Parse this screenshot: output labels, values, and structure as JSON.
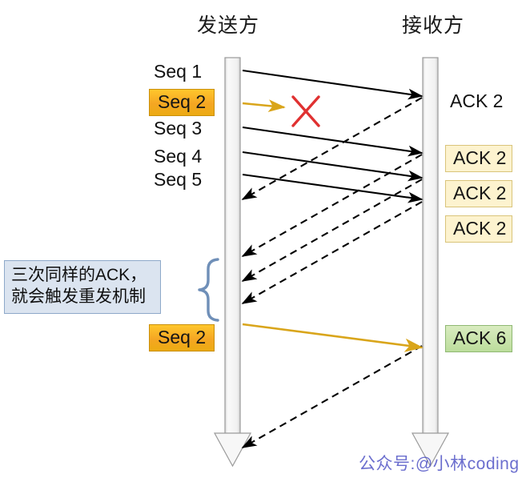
{
  "diagram": {
    "title_sender": "发送方",
    "title_receiver": "接收方",
    "watermark": "公众号:@小林coding"
  },
  "sender_labels": [
    {
      "text": "Seq 1",
      "highlight": false
    },
    {
      "text": "Seq 2",
      "highlight": true
    },
    {
      "text": "Seq 3",
      "highlight": false
    },
    {
      "text": "Seq 4",
      "highlight": false
    },
    {
      "text": "Seq 5",
      "highlight": false
    },
    {
      "text": "Seq 2",
      "highlight": true
    }
  ],
  "receiver_labels": [
    {
      "text": "ACK 2",
      "style": "plain"
    },
    {
      "text": "ACK 2",
      "style": "boxed"
    },
    {
      "text": "ACK 2",
      "style": "boxed"
    },
    {
      "text": "ACK 2",
      "style": "boxed"
    },
    {
      "text": "ACK 6",
      "style": "green"
    }
  ],
  "callout": {
    "line1": "三次同样的ACK，",
    "line2": "就会触发重发机制"
  },
  "colors": {
    "highlight_orange": "#f5a623",
    "ack_box_yellow": "#fdf3cf",
    "ack_green": "#bcdd9c",
    "callout_blue": "#dbe4f0",
    "brace_blue": "#6f8fb8",
    "lost_arrow": "#d9a51b",
    "cross_red": "#e03131",
    "timeline_gray": "#f2f2f2",
    "watermark_blue": "#4b4fc4"
  },
  "legend_semantics": {
    "solid_arrow": "data segment sent to receiver",
    "dashed_arrow": "acknowledgement returned to sender",
    "orange_arrow": "lost / retransmitted segment",
    "red_cross": "packet loss marker"
  }
}
